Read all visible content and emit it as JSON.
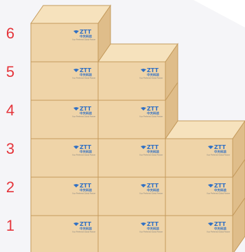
{
  "tiers": [
    "6",
    "5",
    "4",
    "3",
    "2",
    "1"
  ],
  "columns": [
    {
      "name": "left",
      "height": 6
    },
    {
      "name": "middle",
      "height": 5
    },
    {
      "name": "right",
      "height": 3
    }
  ],
  "box": {
    "brand": "ZTT",
    "brand_cn": "中天科技",
    "tagline": "Your Preferred Global Partner"
  },
  "colors": {
    "box_front": "#efd4a8",
    "box_top": "#f6e2bd",
    "box_side": "#dfbd8a",
    "box_edge": "#c49a5c",
    "logo": "#2f6fc4",
    "tier_label": "#e5343a",
    "background_shape": "#ececf2"
  }
}
